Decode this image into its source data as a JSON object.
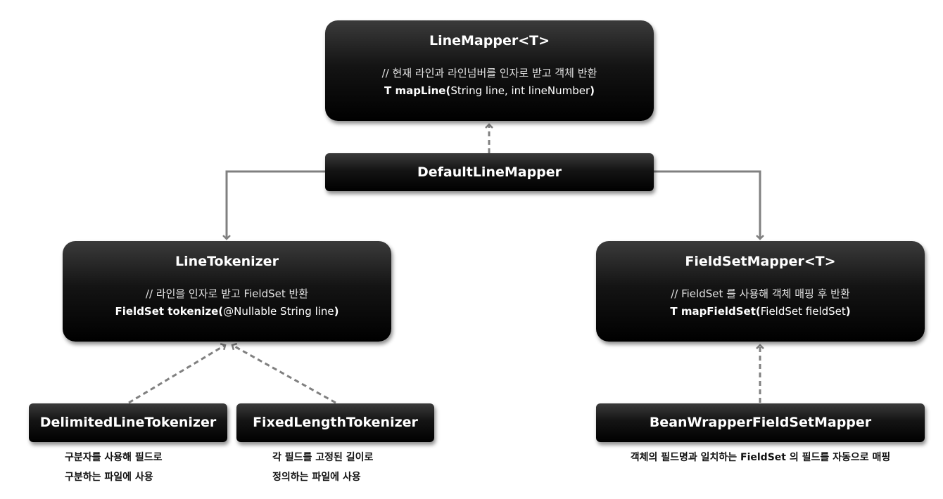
{
  "line_mapper": {
    "title": "LineMapper<T>",
    "comment": "// 현재 라인과 라인넘버를 인자로 받고 객체 반환",
    "sig_bold": "T mapLine(",
    "sig_rest": "String line, int lineNumber",
    "sig_close": ")"
  },
  "default_line_mapper": {
    "title": "DefaultLineMapper"
  },
  "line_tokenizer": {
    "title": "LineTokenizer",
    "comment": "// 라인을 인자로 받고 FieldSet 반환",
    "sig_bold": "FieldSet tokenize(",
    "sig_rest": "@Nullable String line",
    "sig_close": ")"
  },
  "field_set_mapper": {
    "title": "FieldSetMapper<T>",
    "comment": "// FieldSet 를 사용해 객체 매핑 후 반환",
    "sig_bold": "T mapFieldSet(",
    "sig_rest": "FieldSet fieldSet",
    "sig_close": ")"
  },
  "delimited_tokenizer": {
    "title": "DelimitedLineTokenizer",
    "note_line1": "구분자를 사용해 필드로",
    "note_line2": "구분하는 파일에 사용"
  },
  "fixed_length_tokenizer": {
    "title": "FixedLengthTokenizer",
    "note_line1": "각 필드를 고정된 길이로",
    "note_line2": "정의하는 파일에 사용"
  },
  "bean_wrapper_mapper": {
    "title": "BeanWrapperFieldSetMapper",
    "note": "객체의 필드명과 일치하는 FieldSet 의 필드를 자동으로 매핑"
  },
  "colors": {
    "solid_arrow": "#808080",
    "dashed_arrow": "#808080"
  }
}
